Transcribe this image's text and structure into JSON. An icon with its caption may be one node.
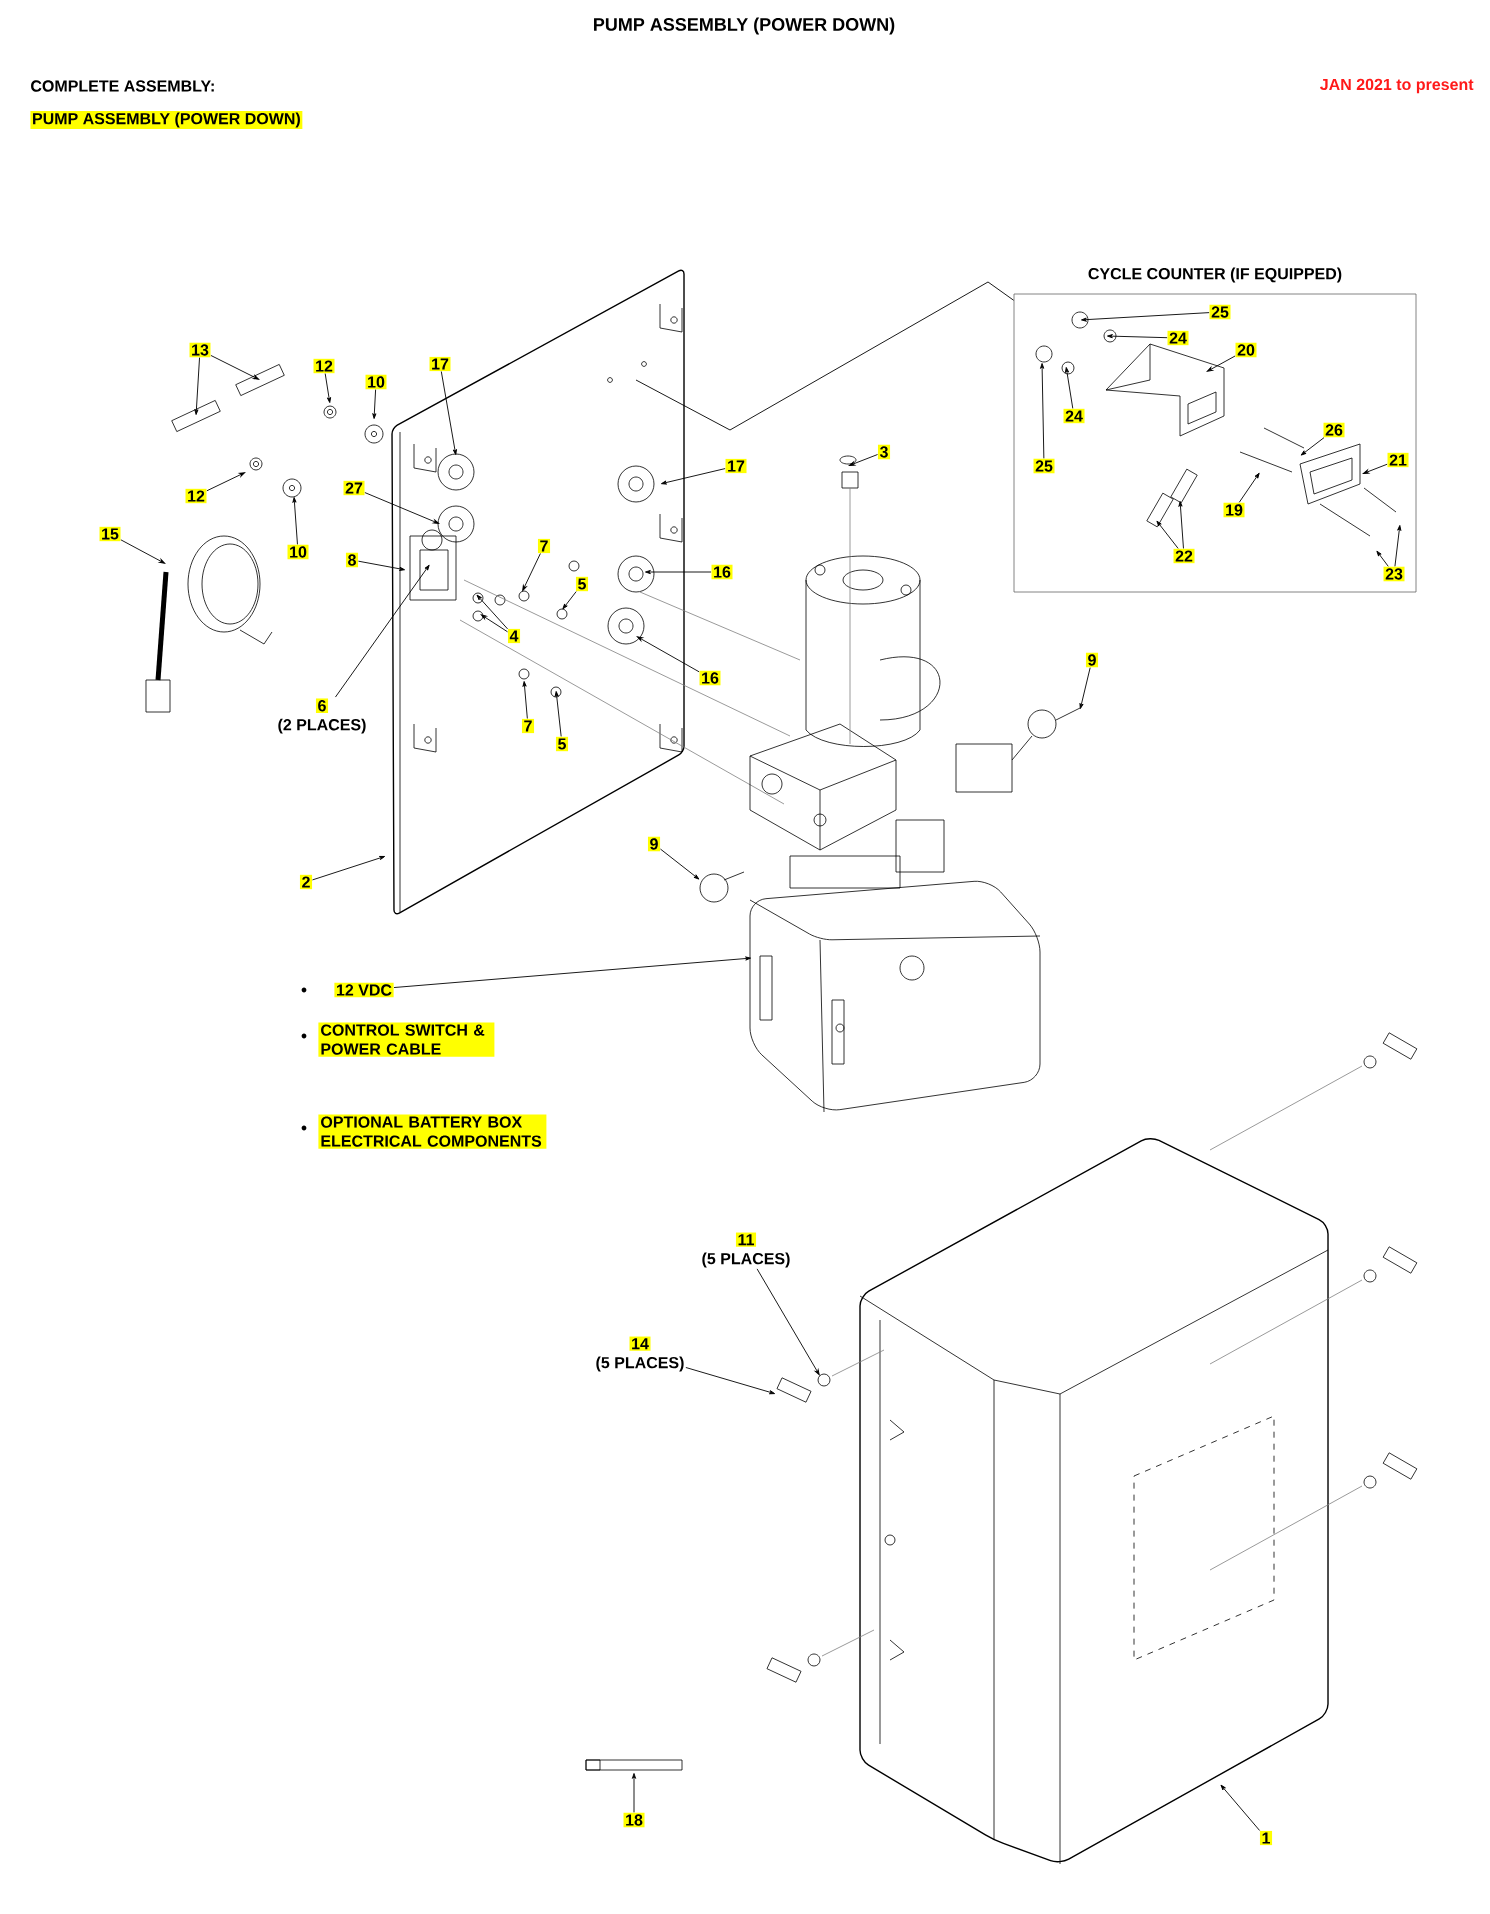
{
  "diagram": {
    "title": "PUMP ASSEMBLY (POWER DOWN)",
    "nodes": [
      {
        "text": [
          "13"
        ]
      },
      {
        "text": [
          "12"
        ]
      },
      {
        "text": [
          "10"
        ]
      },
      {
        "text": [
          "17"
        ]
      },
      {
        "text": [
          "12"
        ]
      },
      {
        "text": [
          "27"
        ]
      },
      {
        "text": [
          "10"
        ]
      },
      {
        "text": [
          "15"
        ]
      },
      {
        "text": [
          "8"
        ]
      },
      {
        "text": [
          "6",
          "(2 PLACES)"
        ]
      },
      {
        "text": [
          "7"
        ]
      },
      {
        "text": [
          "5"
        ]
      },
      {
        "text": [
          "4"
        ]
      },
      {
        "text": [
          "7"
        ]
      },
      {
        "text": [
          "5"
        ]
      },
      {
        "text": [
          "17"
        ]
      },
      {
        "text": [
          "16"
        ]
      },
      {
        "text": [
          "16"
        ]
      },
      {
        "text": [
          "2"
        ]
      },
      {
        "text": [
          "3"
        ]
      },
      {
        "text": [
          "9"
        ]
      },
      {
        "text": [
          "9"
        ]
      },
      {
        "text": [
          "CYCLE COUNTER (IF EQUIPPED)"
        ]
      },
      {
        "text": [
          "25"
        ],
        "in": 22
      },
      {
        "text": [
          "24"
        ],
        "in": 22
      },
      {
        "text": [
          "20"
        ],
        "in": 22
      },
      {
        "text": [
          "24"
        ],
        "in": 22
      },
      {
        "text": [
          "25"
        ],
        "in": 22
      },
      {
        "text": [
          "26"
        ],
        "in": 22
      },
      {
        "text": [
          "21"
        ],
        "in": 22
      },
      {
        "text": [
          "19"
        ],
        "in": 22
      },
      {
        "text": [
          "22"
        ],
        "in": 22
      },
      {
        "text": [
          "23"
        ],
        "in": 22
      },
      {
        "text": [
          "12 VDC"
        ]
      },
      {
        "text": [
          "11",
          "(5 PLACES)"
        ]
      },
      {
        "text": [
          "14",
          "(5 PLACES)"
        ]
      },
      {
        "text": [
          "18"
        ]
      },
      {
        "text": [
          "1"
        ]
      }
    ],
    "edges": [
      {
        "from": 0,
        "to": null,
        "arrow": "to"
      },
      {
        "from": 0,
        "to": null,
        "arrow": "to"
      },
      {
        "from": 1,
        "to": null,
        "arrow": "to"
      },
      {
        "from": 2,
        "to": null,
        "arrow": "to"
      },
      {
        "from": 3,
        "to": null,
        "arrow": "to"
      },
      {
        "from": 4,
        "to": null,
        "arrow": "to"
      },
      {
        "from": 5,
        "to": null,
        "arrow": "to"
      },
      {
        "from": 6,
        "to": null,
        "arrow": "to"
      },
      {
        "from": 7,
        "to": null,
        "arrow": "to"
      },
      {
        "from": 8,
        "to": null,
        "arrow": "to"
      },
      {
        "from": 9,
        "to": null,
        "arrow": "to"
      },
      {
        "from": 10,
        "to": null,
        "arrow": "to"
      },
      {
        "from": 11,
        "to": null,
        "arrow": "to"
      },
      {
        "from": 12,
        "to": null,
        "arrow": "to"
      },
      {
        "from": 12,
        "to": null,
        "arrow": "to"
      },
      {
        "from": 13,
        "to": null,
        "arrow": "to"
      },
      {
        "from": 14,
        "to": null,
        "arrow": "to"
      },
      {
        "from": 15,
        "to": null,
        "arrow": "to"
      },
      {
        "from": 16,
        "to": null,
        "arrow": "to"
      },
      {
        "from": 17,
        "to": null,
        "arrow": "to"
      },
      {
        "from": 18,
        "to": null,
        "arrow": "to"
      },
      {
        "from": 19,
        "to": null,
        "arrow": "to"
      },
      {
        "from": 20,
        "to": null,
        "arrow": "to"
      },
      {
        "from": 21,
        "to": null,
        "arrow": "to"
      },
      {
        "from": 22,
        "to": null,
        "arrow": "none"
      },
      {
        "from": 23,
        "to": null,
        "arrow": "to"
      },
      {
        "from": 24,
        "to": null,
        "arrow": "to"
      },
      {
        "from": 25,
        "to": null,
        "arrow": "to"
      },
      {
        "from": 26,
        "to": null,
        "arrow": "to"
      },
      {
        "from": 27,
        "to": null,
        "arrow": "to"
      },
      {
        "from": 28,
        "to": null,
        "arrow": "to"
      },
      {
        "from": 29,
        "to": null,
        "arrow": "to"
      },
      {
        "from": 30,
        "to": null,
        "arrow": "to"
      },
      {
        "from": 31,
        "to": null,
        "arrow": "to"
      },
      {
        "from": 31,
        "to": null,
        "arrow": "to"
      },
      {
        "from": 32,
        "to": null,
        "arrow": "to"
      },
      {
        "from": 32,
        "to": null,
        "arrow": "to"
      },
      {
        "from": 33,
        "to": null,
        "arrow": "to"
      },
      {
        "from": 34,
        "to": null,
        "arrow": "to"
      },
      {
        "from": 35,
        "to": null,
        "arrow": "to"
      },
      {
        "from": 36,
        "to": null,
        "arrow": "to"
      },
      {
        "from": 37,
        "to": null,
        "arrow": "to"
      }
    ],
    "labels": [
      "COMPLETE ASSEMBLY:",
      "PUMP ASSEMBLY (POWER DOWN)",
      "JAN 2021 to present",
      "CONTROL SWITCH & POWER CABLE",
      "OPTIONAL BATTERY BOX ELECTRICAL COMPONENTS"
    ]
  }
}
